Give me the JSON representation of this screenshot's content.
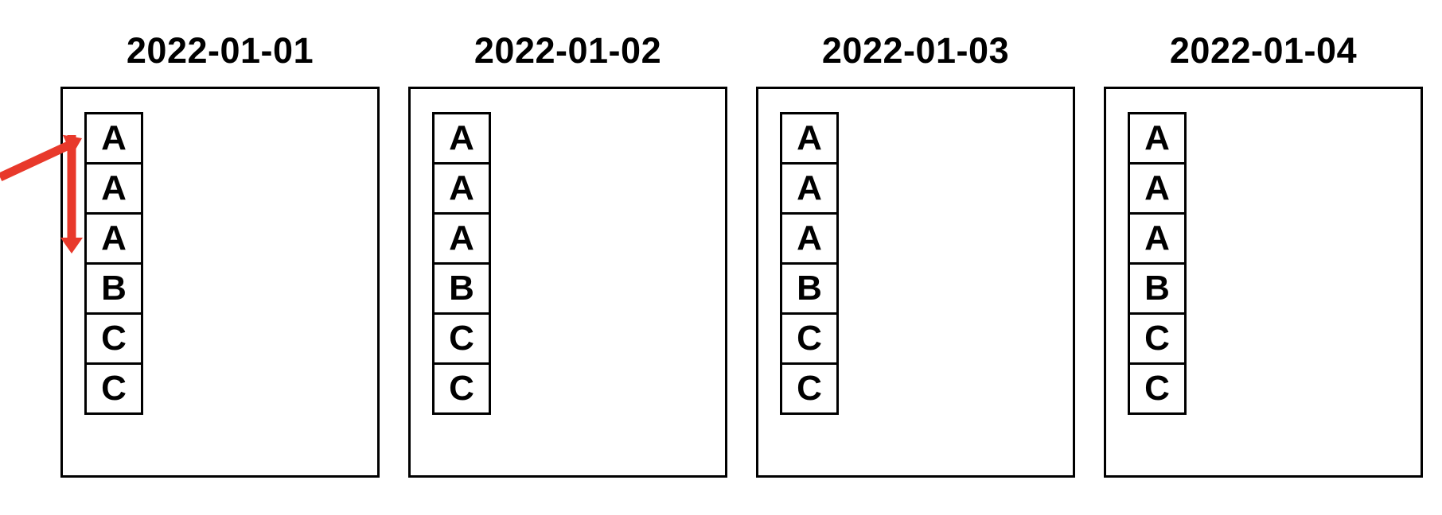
{
  "panels": [
    {
      "title": "2022-01-01",
      "cells": [
        "A",
        "A",
        "A",
        "B",
        "C",
        "C"
      ]
    },
    {
      "title": "2022-01-02",
      "cells": [
        "A",
        "A",
        "A",
        "B",
        "C",
        "C"
      ]
    },
    {
      "title": "2022-01-03",
      "cells": [
        "A",
        "A",
        "A",
        "B",
        "C",
        "C"
      ]
    },
    {
      "title": "2022-01-04",
      "cells": [
        "A",
        "A",
        "A",
        "B",
        "C",
        "C"
      ]
    }
  ],
  "annotations": {
    "arrow_color": "#E8392B"
  },
  "colors": {
    "background": "#ffffff",
    "border": "#000000",
    "text": "#000000"
  }
}
